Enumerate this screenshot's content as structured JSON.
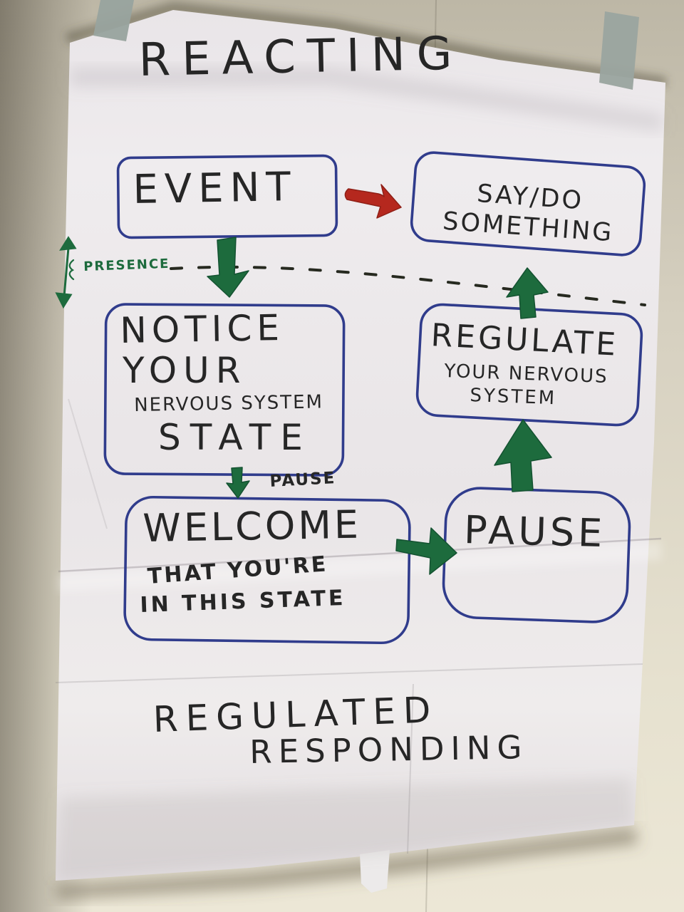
{
  "title": "REACTING",
  "labels": {
    "presence": "PRESENCE",
    "pause_step": "PAUSE"
  },
  "boxes": {
    "event": {
      "label": "EVENT"
    },
    "say_do": {
      "line1": "SAY/DO",
      "line2": "SOMETHING"
    },
    "notice": {
      "line1": "NOTICE",
      "line2": "YOUR",
      "line3": "NERVOUS SYSTEM",
      "line4": "STATE"
    },
    "regulate": {
      "line1": "REGULATE",
      "line2": "YOUR NERVOUS",
      "line3": "SYSTEM"
    },
    "welcome": {
      "line1": "WELCOME",
      "line2": "THAT YOU'RE",
      "line3": "IN THIS STATE"
    },
    "pause": {
      "label": "PAUSE"
    }
  },
  "footer": {
    "line1": "REGULATED",
    "line2": "RESPONDING"
  },
  "colors": {
    "box_outline_blue": "#303c8c",
    "marker_black": "#262626",
    "marker_green": "#1d6b3d",
    "marker_red": "#b5281e",
    "paper": "#ebe8ea",
    "wall_top": "#c3bdad",
    "wall_bottom": "#e9e4d3",
    "tape_gray": "#9caaa6"
  }
}
